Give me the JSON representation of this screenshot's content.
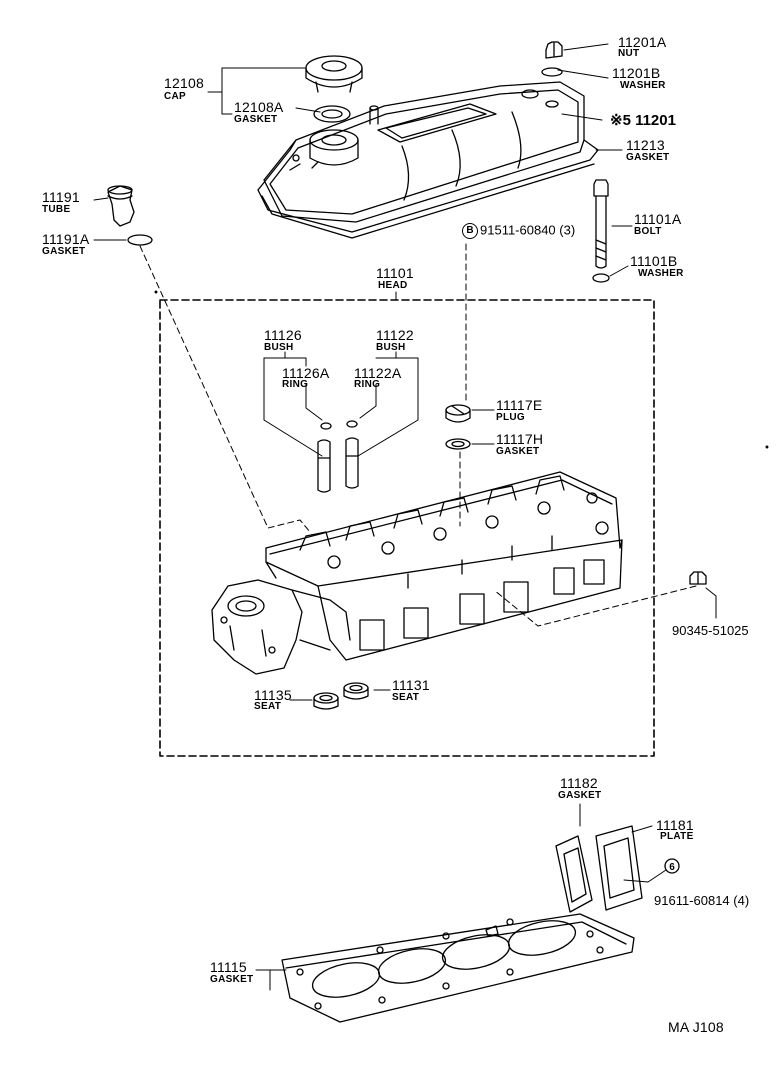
{
  "diagram_code": "MA  J108",
  "parts": {
    "p11201A": {
      "number": "11201A",
      "name": "NUT"
    },
    "p11201B": {
      "number": "11201B",
      "name": "WASHER"
    },
    "p11201": {
      "number": "※5 11201"
    },
    "p11213": {
      "number": "11213",
      "name": "GASKET"
    },
    "p12108": {
      "number": "12108",
      "name": "CAP"
    },
    "p12108A": {
      "number": "12108A",
      "name": "GASKET"
    },
    "p11191": {
      "number": "11191",
      "name": "TUBE"
    },
    "p11191A": {
      "number": "11191A",
      "name": "GASKET"
    },
    "p91511": {
      "mark": "B",
      "number": "91511-60840 (3)"
    },
    "p11101A": {
      "number": "11101A",
      "name": "BOLT"
    },
    "p11101B": {
      "number": "11101B",
      "name": "WASHER"
    },
    "p11101": {
      "number": "11101",
      "name": "HEAD"
    },
    "p11126": {
      "number": "11126",
      "name": "BUSH"
    },
    "p11122": {
      "number": "11122",
      "name": "BUSH"
    },
    "p11126A": {
      "number": "11126A",
      "name": "RING"
    },
    "p11122A": {
      "number": "11122A",
      "name": "RING"
    },
    "p11117E": {
      "number": "11117E",
      "name": "PLUG"
    },
    "p11117H": {
      "number": "11117H",
      "name": "GASKET"
    },
    "p90345": {
      "number": "90345-51025"
    },
    "p11135": {
      "number": "11135",
      "name": "SEAT"
    },
    "p11131": {
      "number": "11131",
      "name": "SEAT"
    },
    "p11182": {
      "number": "11182",
      "name": "GASKET"
    },
    "p11181": {
      "number": "11181",
      "name": "PLATE"
    },
    "p91611": {
      "mark": "6",
      "number": "91611-60814 (4)"
    },
    "p11115": {
      "number": "11115",
      "name": "GASKET"
    }
  }
}
